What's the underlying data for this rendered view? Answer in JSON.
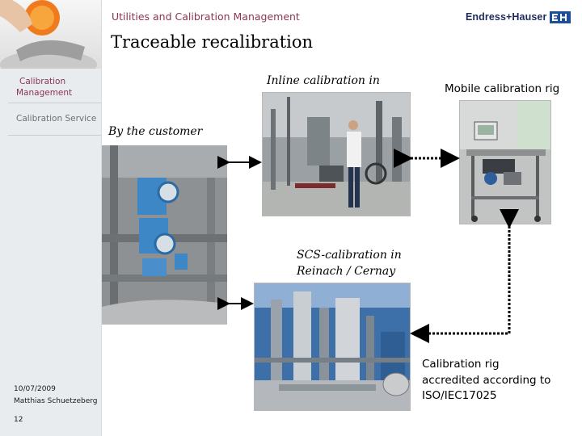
{
  "header": {
    "title": "Utilities and Calibration Management",
    "logo_text": "Endress+Hauser",
    "logo_mark_color": "#1b4f9b",
    "accent_color": "#8a3552"
  },
  "sidebar": {
    "items": [
      {
        "label_line1": "Calibration",
        "label_line2": "Management"
      },
      {
        "label": "Calibration Service"
      }
    ],
    "footer": {
      "date": "10/07/2009",
      "author": "Matthias Schuetzeberg",
      "page_number": "12"
    }
  },
  "slide": {
    "title": "Traceable recalibration",
    "labels": {
      "inline": "Inline calibration in",
      "mobile": "Mobile calibration rig",
      "customer": "By the customer",
      "scs_line1": "SCS-calibration in",
      "scs_line2": "Reinach / Cernay"
    },
    "rig_caption": {
      "line1": "Calibration rig",
      "line2": "accredited according to",
      "line3": "ISO/IEC17025"
    }
  }
}
